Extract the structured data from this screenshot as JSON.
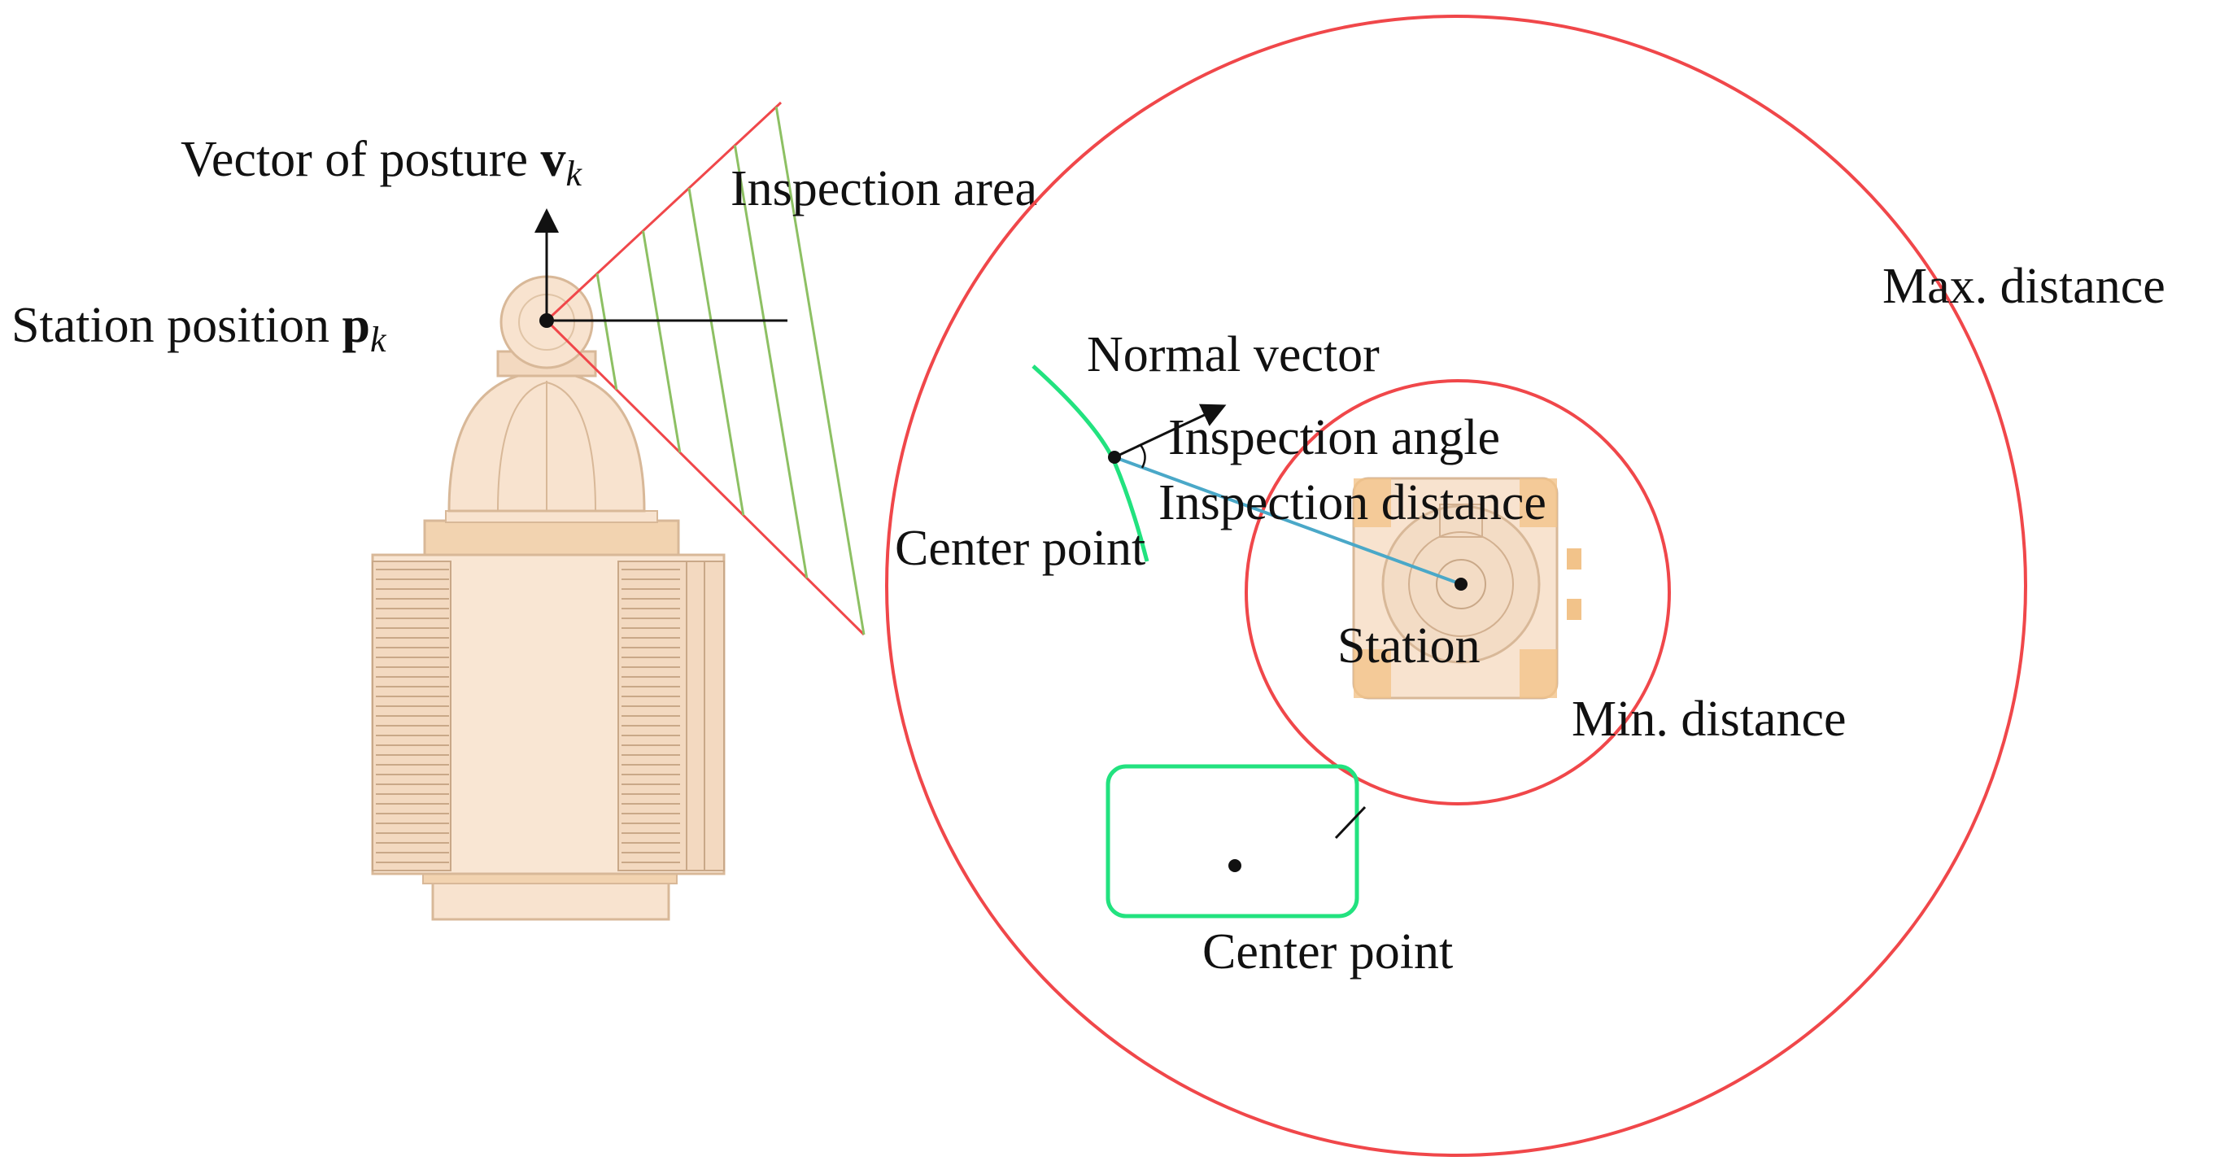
{
  "labels": {
    "vector_of_posture": "Vector of posture ",
    "vector_symbol": "v",
    "vector_subscript": "k",
    "station_position": "Station position ",
    "position_symbol": "p",
    "position_subscript": "k",
    "inspection_area": "Inspection area",
    "max_distance": "Max. distance",
    "normal_vector": "Normal vector",
    "inspection_angle": "Inspection angle",
    "inspection_distance": "Inspection distance",
    "center_point_left": "Center point",
    "station": "Station",
    "min_distance": "Min. distance",
    "center_point_bottom": "Center point"
  },
  "colors": {
    "distance_circle": "#f0474a",
    "inspection_area_hatch": "#8dc063",
    "target_surface": "#22e27f",
    "distance_line": "#4aa8c8",
    "station_body": "#f8e3cf",
    "station_outline": "#d8b898",
    "station_accent": "#f2c38a"
  }
}
